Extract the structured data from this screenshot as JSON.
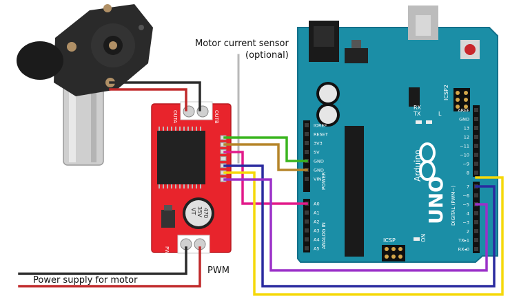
{
  "labels": {
    "sensor_line1": "Motor current sensor",
    "sensor_line2": "(optional)",
    "pwm": "PWM",
    "power_supply": "Power supply for motor"
  },
  "driver": {
    "out_a": "OUTA",
    "out_b": "OUTB",
    "pwr": "PWR",
    "cap_value": "470",
    "cap_voltage": "35V",
    "cap_series": "VT"
  },
  "arduino": {
    "brand": "Arduino",
    "model": "UNO",
    "icsp_top": "ICSP2",
    "icsp_bottom": "ICSP",
    "on_label": "ON",
    "tx_label": "TX",
    "rx_label": "RX",
    "l_label": "L",
    "power_header_label": "POWER",
    "analog_header_label": "ANALOG IN",
    "digital_header_label": "DIGITAL (PWM~)",
    "power_pins": [
      "IOREF",
      "RESET",
      "3V3",
      "5V",
      "GND",
      "GND",
      "VIN"
    ],
    "analog_pins": [
      "A0",
      "A1",
      "A2",
      "A3",
      "A4",
      "A5"
    ],
    "digital_top_pins": [
      "AREF",
      "GND",
      "13",
      "12",
      "~11",
      "~10",
      "~9",
      "8"
    ],
    "digital_bottom_pins": [
      "7",
      "~6",
      "~5",
      "4",
      "~3",
      "2",
      "TX▸1",
      "RX◂0"
    ]
  },
  "colors": {
    "board": "#1b8ea6",
    "driver": "#e8242c",
    "wire_red": "#c0292a",
    "wire_black": "#2b2b2b",
    "wire_green": "#3ab51f",
    "wire_brown": "#b5852a",
    "wire_navy": "#2a2a9f",
    "wire_purple": "#9b30c8",
    "wire_magenta": "#e21a8a",
    "wire_yellow": "#f5d90a",
    "wire_grey": "#b8b8b8"
  },
  "icons": {
    "motor": "dc-motor-gearbox-icon",
    "infinity_logo": "arduino-infinity-logo-icon"
  }
}
